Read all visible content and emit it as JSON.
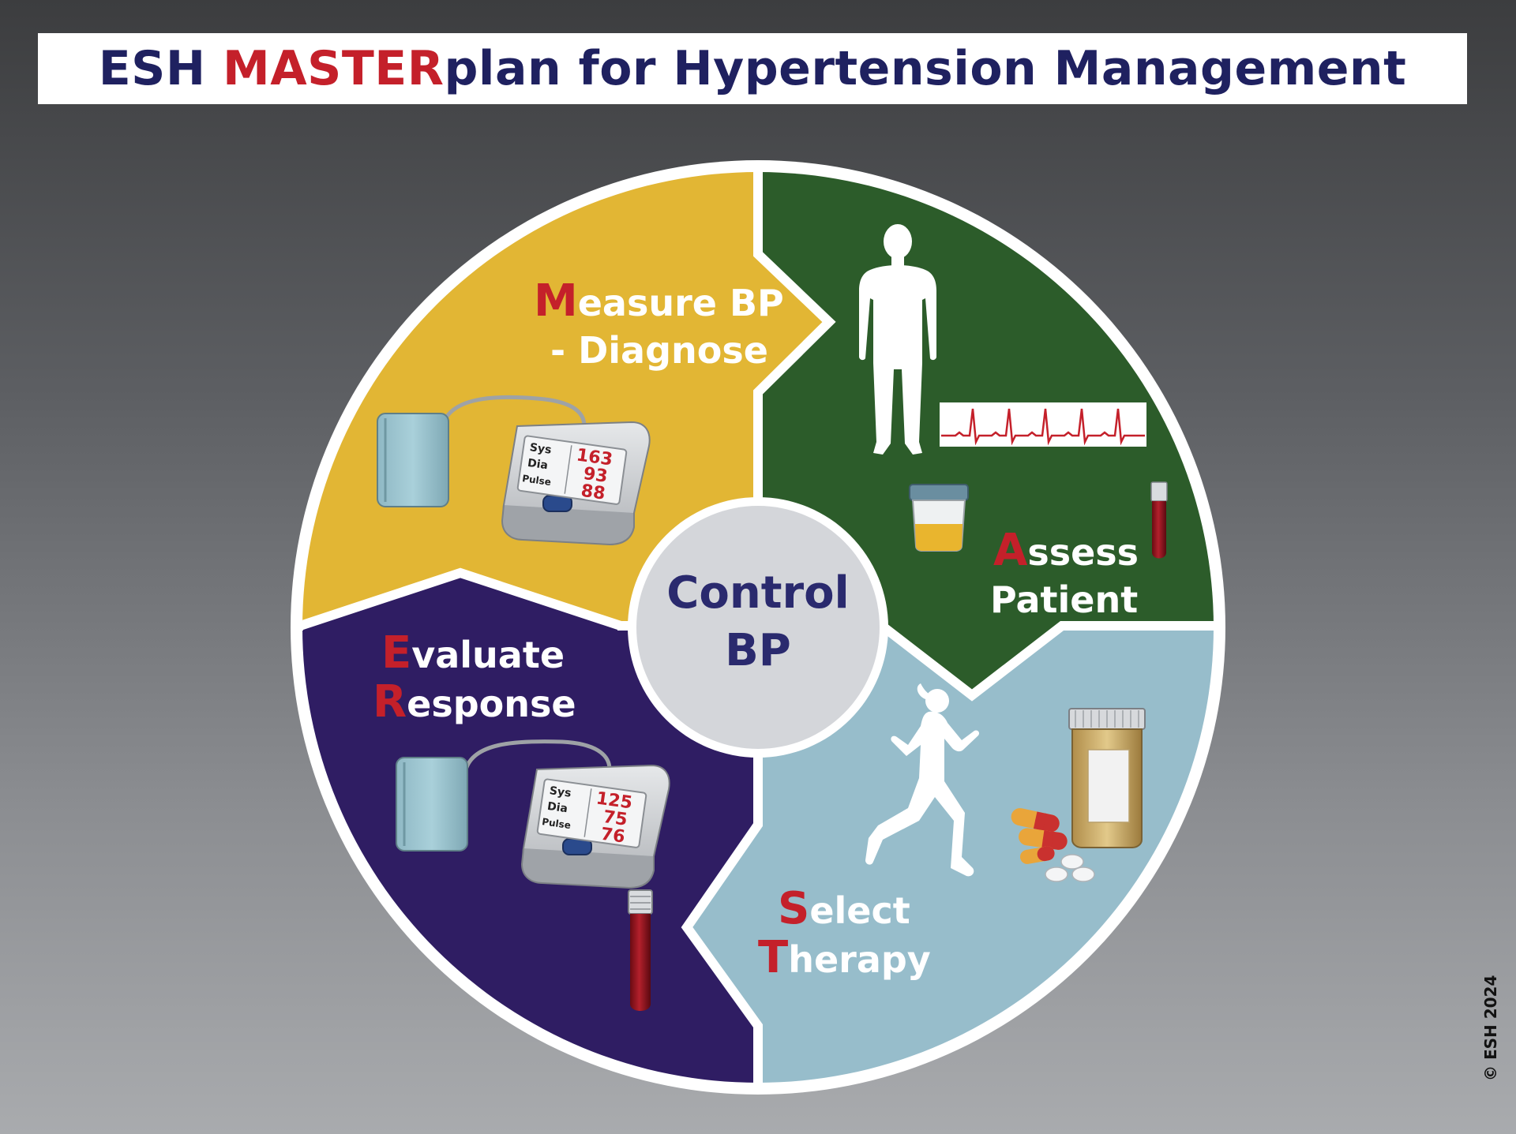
{
  "title": {
    "part1": "ESH ",
    "highlight": "MASTER",
    "part2": "plan for Hypertension Management"
  },
  "center": {
    "line1": "Control",
    "line2": "BP"
  },
  "segments": {
    "measure": {
      "initial": "M",
      "rest1": "easure BP",
      "line2": "- Diagnose",
      "color": "#e2b634"
    },
    "assess": {
      "initial": "A",
      "rest1": "ssess",
      "line2": "Patient",
      "color": "#2c5c2a"
    },
    "select": {
      "initial": "S",
      "rest1": "elect",
      "initial2": "T",
      "rest2": "herapy",
      "color": "#97bdcb"
    },
    "evaluate": {
      "initial": "E",
      "rest1": "valuate",
      "initial2": "R",
      "rest2": "esponse",
      "color": "#2f1d63"
    }
  },
  "monitor_initial": {
    "sys_label": "Sys",
    "dia_label": "Dia",
    "pulse_label": "Pulse",
    "sys": "163",
    "dia": "93",
    "pulse": "88"
  },
  "monitor_followup": {
    "sys_label": "Sys",
    "dia_label": "Dia",
    "pulse_label": "Pulse",
    "sys": "125",
    "dia": "75",
    "pulse": "76"
  },
  "accent_color": "#c4202a",
  "copyright": "© ESH 2024"
}
